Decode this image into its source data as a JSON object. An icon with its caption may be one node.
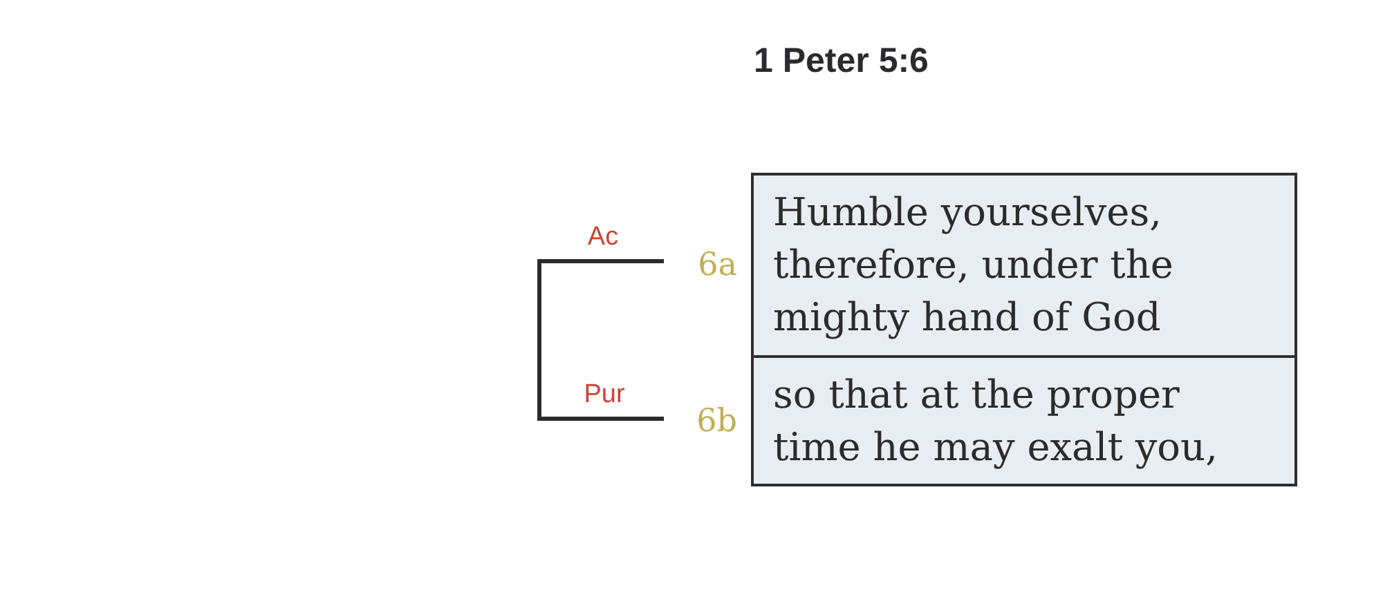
{
  "diagram": {
    "title": "1 Peter 5:6",
    "nodes": [
      {
        "text": [
          "Humble yourselves, therefore, under the mighty hand of God"
        ],
        "beside": [
          "6a"
        ]
      },
      {
        "text": [
          "so that at the proper time he may exalt you,"
        ],
        "beside": [
          "6b"
        ]
      }
    ],
    "labels": [
      "Ac",
      "Pur"
    ]
  }
}
